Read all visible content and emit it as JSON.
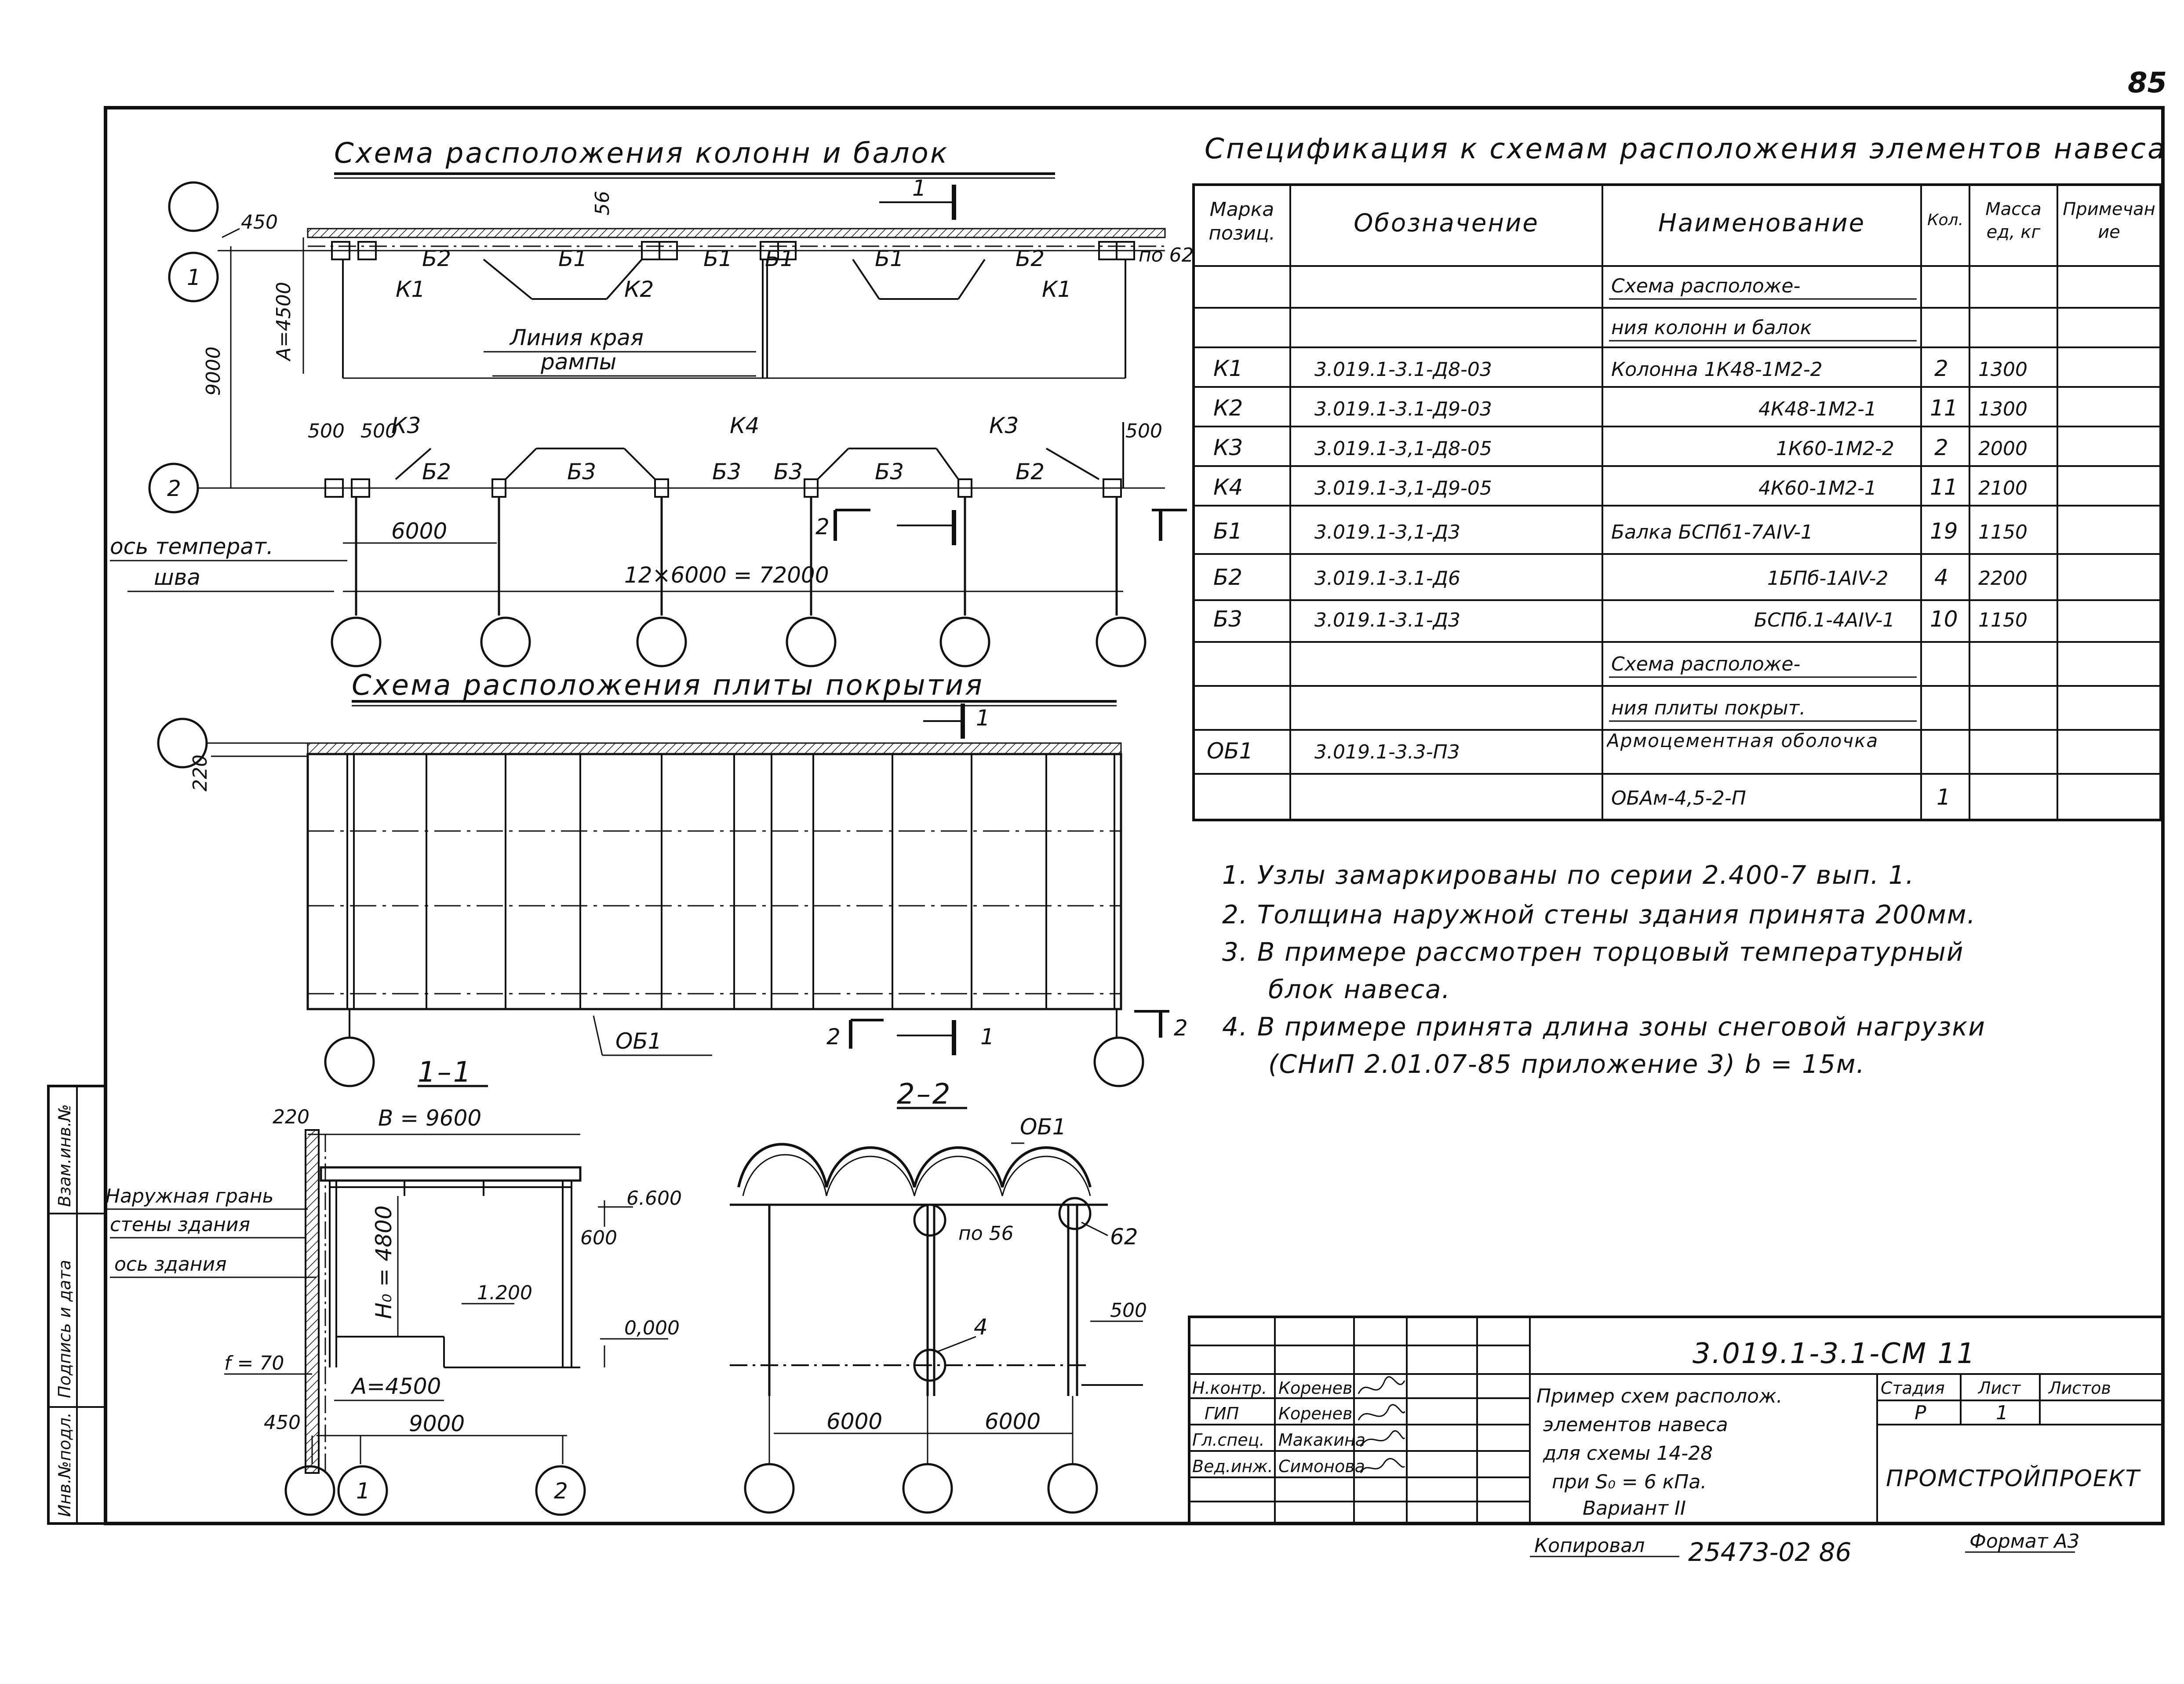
{
  "sheet": {
    "page_number": "85",
    "copied_label": "Копировал",
    "copied_number": "25473-02 86",
    "format_label": "Формат А3"
  },
  "column_scheme": {
    "title": "Схема расположения колонн и балок",
    "rampa_line_1": "Линия края",
    "rampa_line_2": "рампы",
    "axis_temp_1": "ось температ.",
    "axis_temp_2": "шва",
    "dim_450": "450",
    "dim_4500": "А=4500",
    "dim_9000": "9000",
    "dim_56": "56",
    "dim_500_a": "500",
    "dim_500_b": "500",
    "dim_500_c": "500",
    "dim_6000": "6000",
    "dim_total": "12×6000 = 72000",
    "grid_1": "1",
    "grid_2": "2",
    "node_62": "по 62",
    "section_1": "1",
    "section_2": "2",
    "top_labels": [
      "Б2",
      "Б1",
      "Б1",
      "Б1",
      "Б1",
      "Б2"
    ],
    "top_columns": [
      "К1",
      "К2",
      "К1"
    ],
    "bottom_columns": [
      "К3",
      "К4",
      "К3"
    ],
    "bottom_labels": [
      "Б2",
      "Б3",
      "Б3",
      "Б3",
      "Б3",
      "Б2"
    ]
  },
  "plate_scheme": {
    "title": "Схема расположения плиты покрытия",
    "dim_220": "220",
    "label_ob1": "ОБ1",
    "section_1": "1",
    "section_2": "2"
  },
  "section_11": {
    "title": "1–1",
    "dim_220": "220",
    "dim_b": "В = 9600",
    "dim_h0": "Н₀ = 4800",
    "dim_a": "А=4500",
    "dim_450": "450",
    "dim_9000": "9000",
    "dim_600": "600",
    "elev_6600": "6.600",
    "elev_1200": "1.200",
    "elev_0000": "0,000",
    "dim_f": "f = 70",
    "wall_note_1": "Наружная грань",
    "wall_note_2": "стены здания",
    "axis_note": "ось здания",
    "grid_1": "1",
    "grid_2": "2"
  },
  "section_22": {
    "title": "2–2",
    "label_ob1": "ОБ1",
    "node_56": "по 56",
    "node_62": "62",
    "node_4": "4",
    "dim_500": "500",
    "dim_6000_a": "6000",
    "dim_6000_b": "6000"
  },
  "spec": {
    "title": "Спецификация к схемам расположения элементов навеса",
    "headers": [
      "Марка позиц.",
      "Обозначение",
      "Наименование",
      "Кол.",
      "Масса ед, кг",
      "Примечание"
    ],
    "rows": [
      {
        "mark": "",
        "designation": "",
        "name": "Схема расположе-",
        "qty": "",
        "mass": "",
        "note": ""
      },
      {
        "mark": "",
        "designation": "",
        "name": "ния колонн и балок",
        "qty": "",
        "mass": "",
        "note": ""
      },
      {
        "mark": "К1",
        "designation": "3.019.1-3.1-Д8-03",
        "name": "Колонна 1К48-1М2-2",
        "qty": "2",
        "mass": "1300",
        "note": ""
      },
      {
        "mark": "К2",
        "designation": "3.019.1-3.1-Д9-03",
        "name": "4К48-1М2-1",
        "qty": "11",
        "mass": "1300",
        "note": ""
      },
      {
        "mark": "К3",
        "designation": "3.019.1-3,1-Д8-05",
        "name": "1К60-1М2-2",
        "qty": "2",
        "mass": "2000",
        "note": ""
      },
      {
        "mark": "К4",
        "designation": "3.019.1-3,1-Д9-05",
        "name": "4К60-1М2-1",
        "qty": "11",
        "mass": "2100",
        "note": ""
      },
      {
        "mark": "Б1",
        "designation": "3.019.1-3,1-Д3",
        "name": "Балка БСПб1-7АIV-1",
        "qty": "19",
        "mass": "1150",
        "note": ""
      },
      {
        "mark": "Б2",
        "designation": "3.019.1-3.1-Д6",
        "name": "1БПб-1АIV-2",
        "qty": "4",
        "mass": "2200",
        "note": ""
      },
      {
        "mark": "Б3",
        "designation": "3.019.1-3.1-Д3",
        "name": "БСПб.1-4АIV-1",
        "qty": "10",
        "mass": "1150",
        "note": ""
      },
      {
        "mark": "",
        "designation": "",
        "name": "Схема расположе-",
        "qty": "",
        "mass": "",
        "note": ""
      },
      {
        "mark": "",
        "designation": "",
        "name": "ния плиты покрыт.",
        "qty": "",
        "mass": "",
        "note": ""
      },
      {
        "mark": "ОБ1",
        "designation": "3.019.1-3.3-П3",
        "name": "Армоцементная оболочка",
        "qty": "",
        "mass": "",
        "note": ""
      },
      {
        "mark": "",
        "designation": "",
        "name": "ОБАм-4,5-2-П",
        "qty": "1",
        "mass": "",
        "note": ""
      }
    ]
  },
  "notes": [
    "1. Узлы замаркированы по серии 2.400-7 вып. 1.",
    "2. Толщина наружной стены здания принята 200мм.",
    "3. В примере рассмотрен торцовый температурный",
    "блок навеса.",
    "4. В примере принята длина зоны снеговой нагрузки",
    "(СНиП 2.01.07-85 приложение 3) b = 15м."
  ],
  "title_block": {
    "code": "3.019.1-3.1-СМ 11",
    "roles": [
      "Н.контр.",
      "ГИП",
      "Гл.спец.",
      "Вед.инж."
    ],
    "names": [
      "Коренев",
      "Коренев",
      "Макакина",
      "Симонова"
    ],
    "title_lines": [
      "Пример схем располож.",
      "элементов навеса",
      "для схемы 14-28",
      "при S₀ = 6 кПа.",
      "Вариант II"
    ],
    "stage_label": "Стадия",
    "sheet_label": "Лист",
    "sheets_label": "Листов",
    "stage": "Р",
    "sheet": "1",
    "sheets": "",
    "org": "ПРОМСТРОЙПРОЕКТ"
  },
  "margin": {
    "inv_podl": "Инв.№подл.",
    "podpis": "Подпись и дата",
    "vzam": "Взам.инв.№"
  }
}
